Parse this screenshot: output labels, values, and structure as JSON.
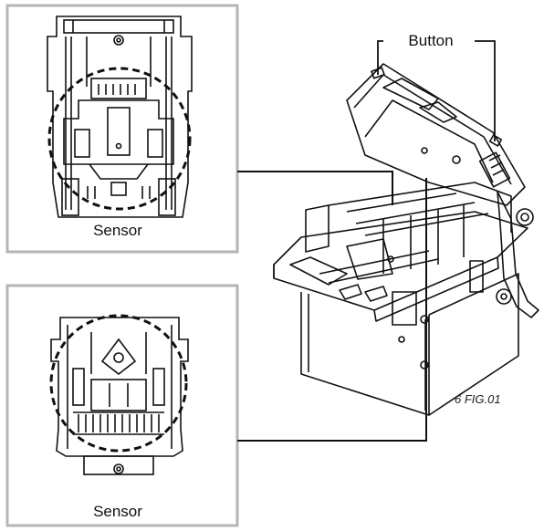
{
  "labels": {
    "button": "Button",
    "sensor_top": "Sensor",
    "sensor_bottom": "Sensor",
    "figure_id": "6 FIG.01"
  },
  "colors": {
    "panel_border": "#b5b5b5",
    "line": "#111111",
    "background": "#ffffff"
  }
}
